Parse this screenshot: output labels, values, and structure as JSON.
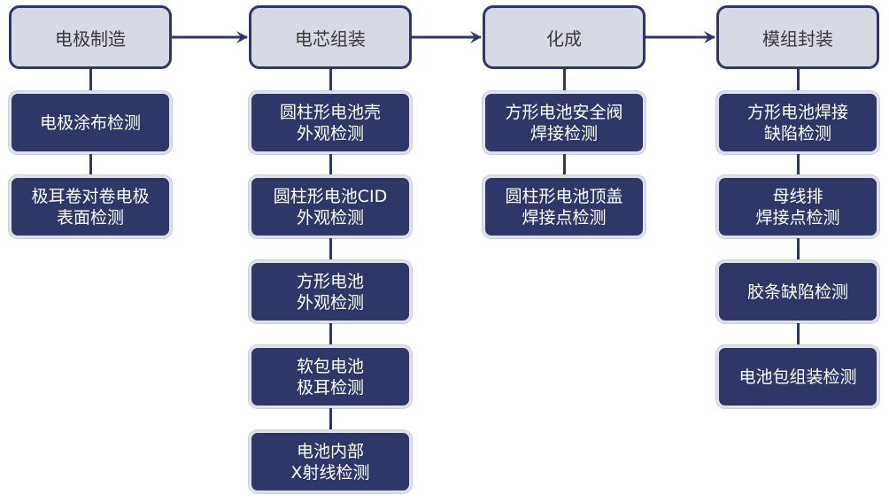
{
  "diagram": {
    "columns": [
      {
        "stage": "电极制造",
        "items": [
          {
            "lines": [
              "电极涂布检测"
            ]
          },
          {
            "lines": [
              "极耳卷对卷电极",
              "表面检测"
            ]
          }
        ]
      },
      {
        "stage": "电芯组装",
        "items": [
          {
            "lines": [
              "圆柱形电池壳",
              "外观检测"
            ]
          },
          {
            "lines": [
              "圆柱形电池CID",
              "外观检测"
            ]
          },
          {
            "lines": [
              "方形电池",
              "外观检测"
            ]
          },
          {
            "lines": [
              "软包电池",
              "极耳检测"
            ]
          },
          {
            "lines": [
              "电池内部",
              "X射线检测"
            ]
          }
        ]
      },
      {
        "stage": "化成",
        "items": [
          {
            "lines": [
              "方形电池安全阀",
              "焊接检测"
            ]
          },
          {
            "lines": [
              "圆柱形电池顶盖",
              "焊接点检测"
            ]
          }
        ]
      },
      {
        "stage": "模组封装",
        "items": [
          {
            "lines": [
              "方形电池焊接",
              "缺陷检测"
            ]
          },
          {
            "lines": [
              "母线排",
              "焊接点检测"
            ]
          },
          {
            "lines": [
              "胶条缺陷检测"
            ]
          },
          {
            "lines": [
              "电池包组装检测"
            ]
          }
        ]
      }
    ],
    "colors": {
      "stage_fill": "#d7d9e5",
      "detail_fill": "#2e3768",
      "connector": "#2e3768"
    }
  }
}
